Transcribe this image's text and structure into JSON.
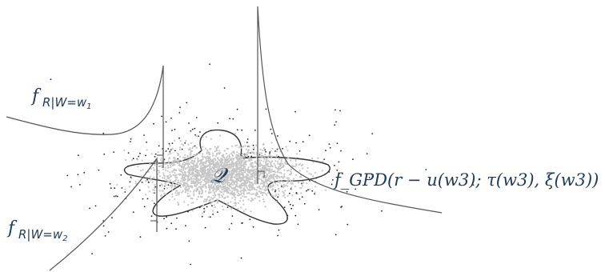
{
  "labels": {
    "density_w1": {
      "f": "f",
      "sub": "R|W=w",
      "idx": "1"
    },
    "density_w2": {
      "f": "f",
      "sub": "R|W=w",
      "idx": "2"
    },
    "region": "𝒬",
    "gpd": "f_GPD(r − u(w3); τ(w3), ξ(w3))"
  }
}
